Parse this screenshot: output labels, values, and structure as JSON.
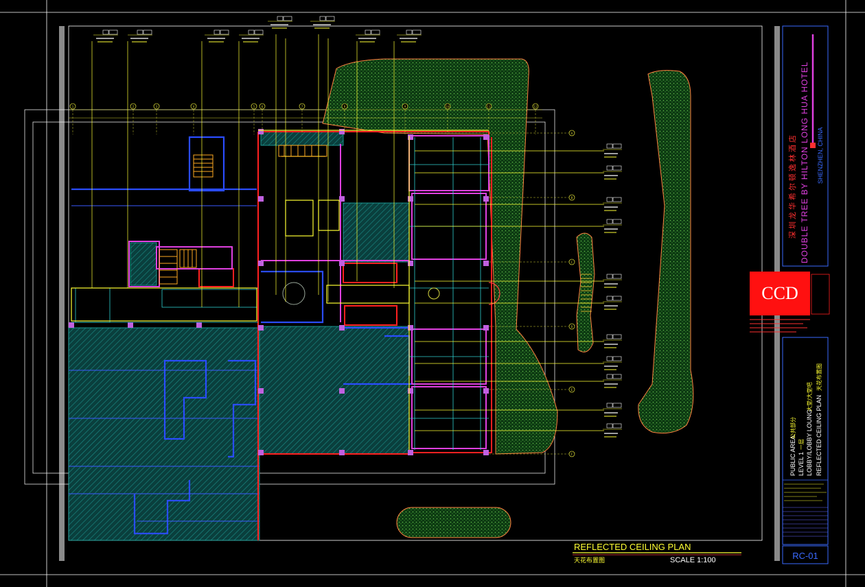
{
  "drawing": {
    "title": "REFLECTED   CEILING   PLAN",
    "title_cn": "天花布置图",
    "scale": "SCALE 1:100"
  },
  "title_block": {
    "project_cn": "深圳龙华希尔顿逸林酒店",
    "project_en": "DOUBLE TREE BY HILTON LONG HUA HOTEL",
    "location": "SHENZHEN, CHINA",
    "firm_logo": "CCD",
    "area_en": "PUBLIC AREA",
    "area_cn": "公共部分",
    "level_en": "LEVEL 1",
    "level_cn": "一层",
    "space_en": "LOBBY/LOBBY LOUNG",
    "space_cn": "大堂/大堂吧",
    "sheet_en": "REFLECTED CEILING PLAN",
    "sheet_cn": "天花布置图",
    "drawing_no": "RC-01"
  },
  "grid_top": [
    "1",
    "2",
    "3",
    "4",
    "5",
    "6",
    "7",
    "8",
    "9",
    "10",
    "11",
    "12"
  ],
  "grid_right": [
    "A",
    "B",
    "C",
    "D",
    "E",
    "F"
  ],
  "colors": {
    "hatch_teal": "#0e5d5a",
    "wall_red": "#ff2020",
    "wall_blue": "#2a4cff",
    "accent_magenta": "#e040e0",
    "annotation_yellow": "#ffff33",
    "landscape_green": "#3a8a2a",
    "frame_white": "#ffffff"
  }
}
